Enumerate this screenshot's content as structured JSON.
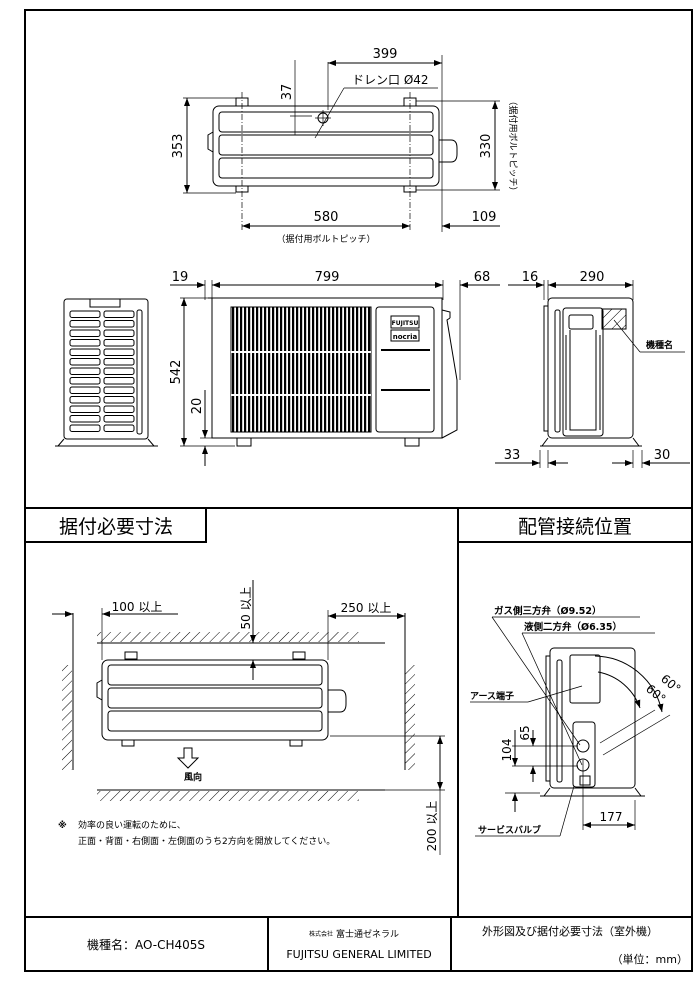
{
  "drawing": {
    "top_view": {
      "dim_width_from_right": "399",
      "dim_drain_offset": "37",
      "drain_label": "ドレン口 Ø42",
      "dim_depth": "353",
      "dim_bolt_pitch_depth": "330",
      "bolt_pitch_label_vertical": "（据付用ボルトピッチ）",
      "dim_bolt_pitch_width": "580",
      "dim_right_overhang": "109",
      "bolt_pitch_label": "（据付用ボルトピッチ）"
    },
    "front_view": {
      "dim_left_offset": "19",
      "dim_width": "799",
      "dim_right_protrusion": "68",
      "dim_height": "542",
      "dim_foot_height": "20",
      "brand_logo_top": "FUJITSU",
      "brand_logo_bottom": "nocria"
    },
    "side_view": {
      "dim_left_offset": "16",
      "dim_depth": "290",
      "model_label_callout": "機種名",
      "dim_foot_left": "33",
      "dim_foot_right": "30"
    }
  },
  "installation": {
    "title": "据付必要寸法",
    "dim_left_clearance": "100 以上",
    "dim_rear_clearance": "50 以上",
    "dim_right_clearance": "250 以上",
    "dim_front_clearance": "200 以上",
    "wind_direction_label": "風向",
    "note_mark": "※",
    "note_line1": "効率の良い運転のために、",
    "note_line2": "正面・背面・右側面・左側面のうち2方向を開放してください。"
  },
  "piping": {
    "title": "配管接続位置",
    "gas_valve_label": "ガス側三方弁（Ø9.52）",
    "liquid_valve_label": "液側二方弁（Ø6.35）",
    "earth_terminal_label": "アース端子",
    "angle_outer": "60°",
    "angle_inner": "60°",
    "dim_104": "104",
    "dim_65": "65",
    "dim_177": "177",
    "service_valve_label": "サービスバルブ"
  },
  "title_block": {
    "model_label": "機種名：AO-CH405S",
    "company_jp_prefix": "株式会社",
    "company_jp": "富士通ゼネラル",
    "company_en": "FUJITSU GENERAL LIMITED",
    "drawing_title": "外形図及び据付必要寸法（室外機）",
    "unit_label": "（単位：mm）"
  }
}
